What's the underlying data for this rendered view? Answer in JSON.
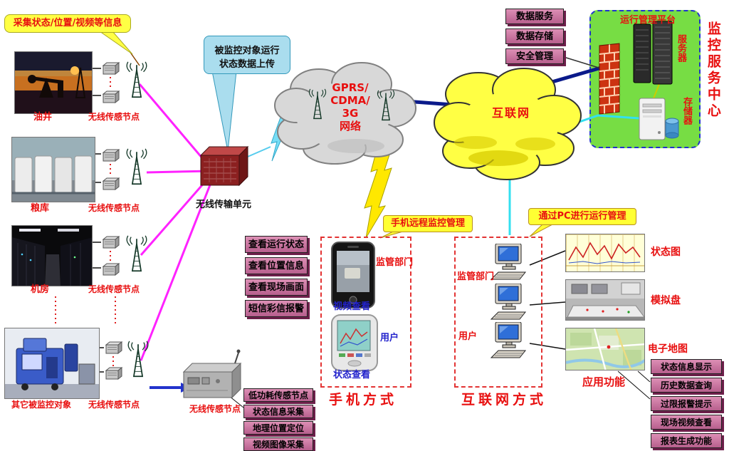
{
  "colors": {
    "line_magenta": "#ff22ff",
    "line_navy": "#0a1a8a",
    "line_cyan": "#33e0f0",
    "cloud_gprs": "#d8d8d8",
    "cloud_internet": "#ffff44",
    "menu_pink": "#c9729e",
    "banner_yellow": "#ffff33",
    "label_red": "#e81010",
    "label_blue": "#2222cc",
    "platform_green": "#77dd44"
  },
  "callouts": {
    "collect": "采集状态/位置/视频等信息",
    "upload": "被监控对象运行\n状态数据上传"
  },
  "monitored": {
    "oilwell": "油井",
    "granary": "粮库",
    "serverroom": "机房",
    "other": "其它被监控对象",
    "sensor_label": "无线传感节点"
  },
  "transmission_label": "无线传输单元",
  "clouds": {
    "gprs": "GPRS/\nCDMA/\n3G\n网络",
    "internet": "互联网"
  },
  "platform": {
    "title": "运行管理平台",
    "services": [
      "数据服务",
      "数据存储",
      "安全管理"
    ],
    "server": "服务器",
    "storage": "存储器"
  },
  "center_title": "监控服务中心",
  "mobile": {
    "banner": "手机远程监控管理",
    "menu": [
      "查看运行状态",
      "查看位置信息",
      "查看现场画面",
      "短信彩信报警"
    ],
    "dept": "监管部门",
    "video_view": "视频查看",
    "user": "用户",
    "status_view": "状态查看",
    "caption": "手机方式"
  },
  "pc": {
    "banner": "通过PC进行运行管理",
    "dept": "监管部门",
    "user": "用户",
    "caption": "互联网方式"
  },
  "views": {
    "status_chart": "状态图",
    "sim_panel": "模拟盘",
    "e_map": "电子地图"
  },
  "app_functions": {
    "title": "应用功能",
    "items": [
      "状态信息显示",
      "历史数据查询",
      "过限报警提示",
      "现场视频查看",
      "报表生成功能"
    ]
  },
  "sensor_node": {
    "label": "无线传感节点",
    "menu": [
      "低功耗传感节点",
      "状态信息采集",
      "地理位置定位",
      "视频图像采集"
    ]
  }
}
